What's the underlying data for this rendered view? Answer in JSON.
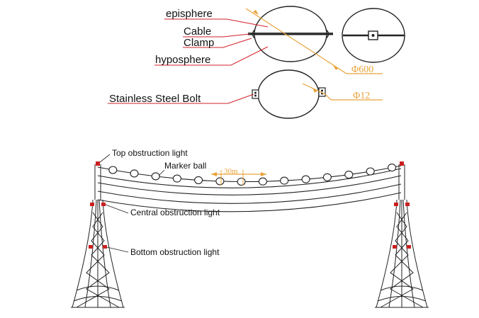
{
  "top_diagram": {
    "labels": {
      "episphere": "episphere",
      "cable": "Cable",
      "clamp": "Clamp",
      "hyposphere": "hyposphere",
      "bolt": "Stainless Steel Bolt"
    },
    "dimensions": {
      "diameter": "Φ600",
      "bolt_diameter": "Φ12"
    }
  },
  "bottom_diagram": {
    "labels": {
      "top_light": "Top obstruction light",
      "marker_ball": "Marker ball",
      "spacing": "30m",
      "central_light": "Central obstruction light",
      "bottom_light": "Bottom obstruction light"
    },
    "marker_ball_count": 14
  },
  "colors": {
    "label_leader": "#d2202a",
    "dimension_line": "#e8a33a",
    "obstruction_light": "#cc1f1f",
    "line_art": "#222222"
  }
}
